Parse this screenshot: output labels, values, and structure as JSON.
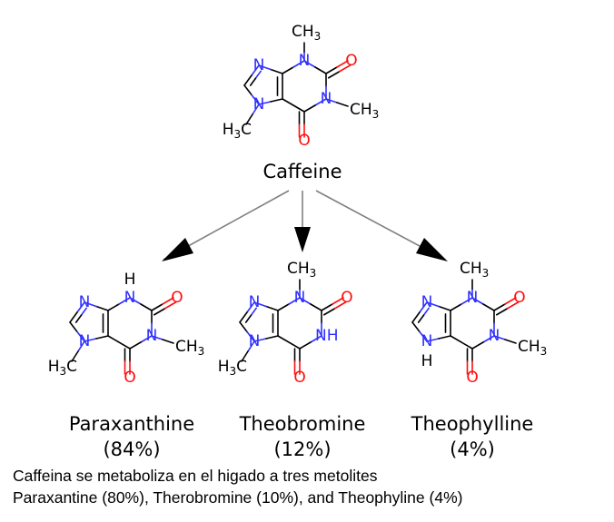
{
  "colors": {
    "carbon": "#000000",
    "nitrogen": "#3030ff",
    "oxygen": "#ff0d0d",
    "arrow": "#808080"
  },
  "atoms": {
    "N": "N",
    "O": "O",
    "H": "H",
    "NH": "NH",
    "CH3": "CH",
    "H3C": "H",
    "CH3_sub": "3",
    "H3C_sub": "3",
    "H3C_tail": "C"
  },
  "caffeine": {
    "name": "Caffeine"
  },
  "products": [
    {
      "name": "Paraxanthine",
      "percent": "(84%)"
    },
    {
      "name": "Theobromine",
      "percent": "(12%)"
    },
    {
      "name": "Theophylline",
      "percent": "(4%)"
    }
  ],
  "caption": {
    "line1": "Caffeina se metaboliza en el higado a tres metolites",
    "line2": "Paraxantine (80%), Therobromine (10%), and Theophyline (4%)"
  }
}
